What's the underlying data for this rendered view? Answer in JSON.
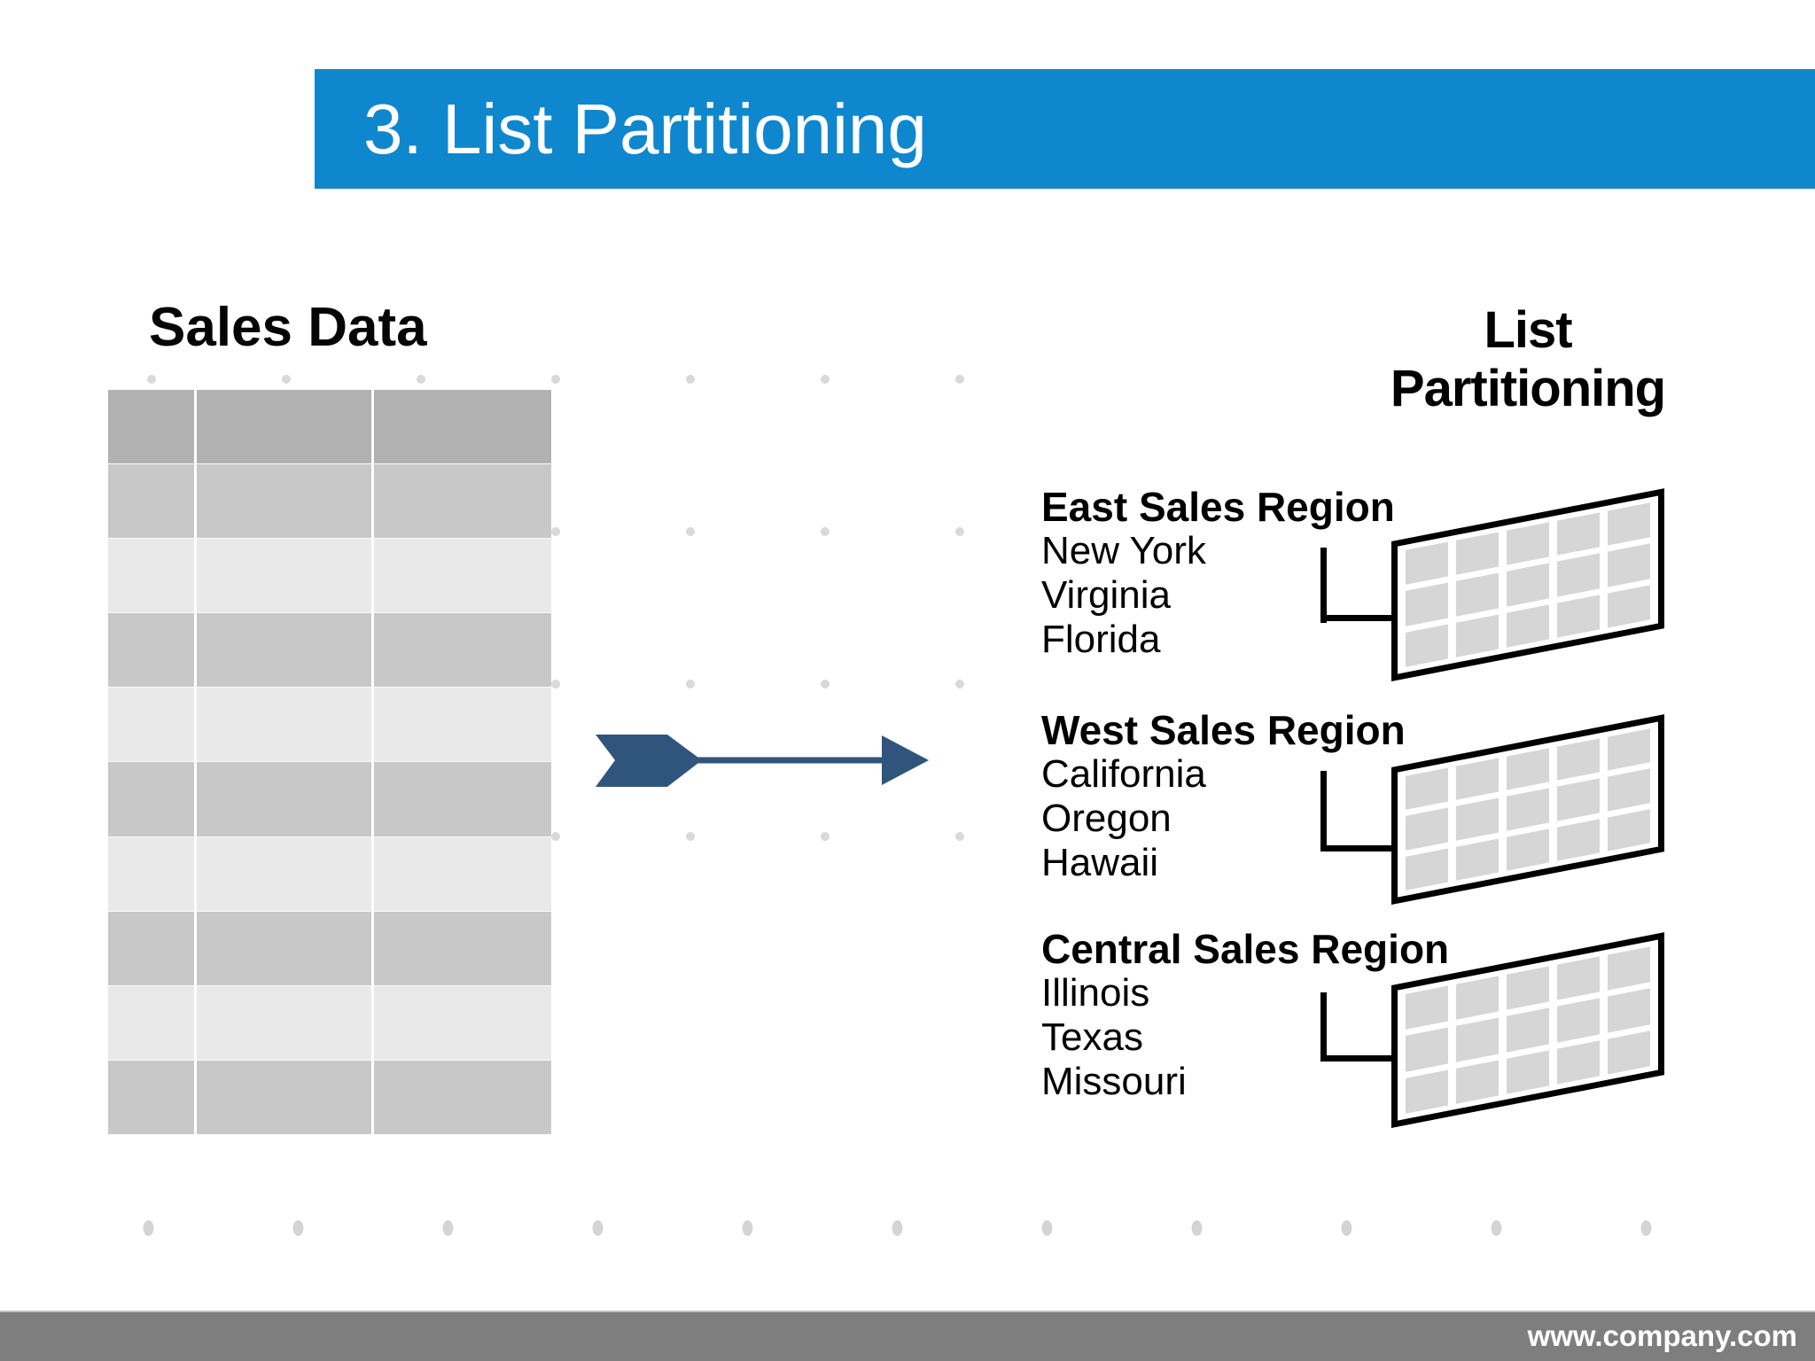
{
  "title_bar": {
    "text": "3. List Partitioning"
  },
  "sales": {
    "heading": "Sales Data"
  },
  "diagram": {
    "title_line1": "List",
    "title_line2": "Partitioning",
    "groups": [
      {
        "heading": "East Sales Region",
        "items": [
          "New York",
          "Virginia",
          "Florida"
        ]
      },
      {
        "heading": "West Sales Region",
        "items": [
          "California",
          "Oregon",
          "Hawaii"
        ]
      },
      {
        "heading": "Central Sales Region",
        "items": [
          "Illinois",
          "Texas",
          "Missouri"
        ]
      }
    ]
  },
  "footer": {
    "url": "www.company.com"
  },
  "colors": {
    "title_bar_blue": "#0f87ce",
    "arrow_blue": "#30557c",
    "table_header_gray": "#b1b1b1",
    "table_row_medium": "#c8c8c8",
    "table_row_light": "#e9e9e9",
    "panel_cell_gray": "#d6d6d6",
    "dot_gray": "#d9d9d9",
    "footer_gray": "#7e7e7e"
  }
}
